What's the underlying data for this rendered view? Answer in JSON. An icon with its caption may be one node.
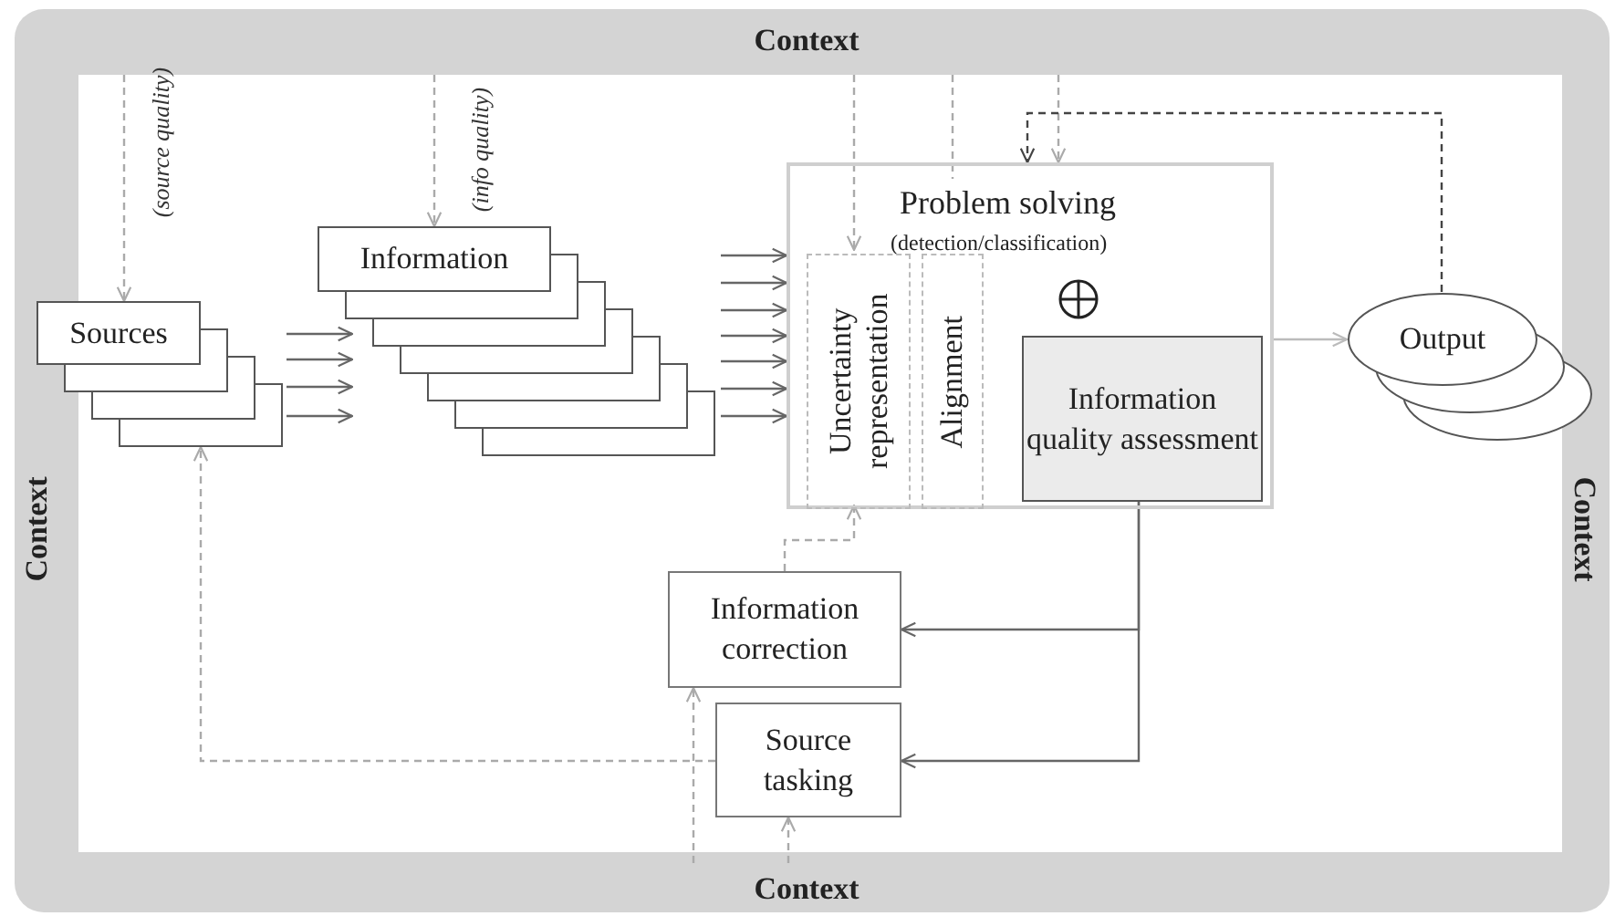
{
  "diagram": {
    "nodes": [
      {
        "text": [
          "Context",
          "Context",
          "Context",
          "Context"
        ]
      },
      {
        "text": [
          "Sources"
        ],
        "in": 0
      },
      {
        "text": [
          "Information"
        ],
        "in": 0
      },
      {
        "text": [
          "Problem solving",
          "(detection/classification)"
        ],
        "in": 0
      },
      {
        "text": [
          "Uncertainty representation"
        ],
        "in": 3
      },
      {
        "text": [
          "Alignment"
        ],
        "in": 3
      },
      {
        "text": [
          "Information quality assessment"
        ],
        "in": 3
      },
      {
        "text": [
          "Output"
        ],
        "in": 0
      },
      {
        "text": [
          "Information correction"
        ],
        "in": 0
      },
      {
        "text": [
          "Source tasking"
        ],
        "in": 0
      }
    ],
    "edges": [
      {
        "from": 0,
        "to": 1,
        "arrow": "to",
        "label": "(source quality)",
        "style": "dashed",
        "color": "#aaaaaa"
      },
      {
        "from": 0,
        "to": 2,
        "arrow": "to",
        "label": "(info quality)",
        "style": "dashed",
        "color": "#aaaaaa"
      },
      {
        "from": 1,
        "to": 2,
        "arrow": "to"
      },
      {
        "from": 1,
        "to": 2,
        "arrow": "to"
      },
      {
        "from": 1,
        "to": 2,
        "arrow": "to"
      },
      {
        "from": 1,
        "to": 2,
        "arrow": "to"
      },
      {
        "from": 2,
        "to": 3,
        "arrow": "to"
      },
      {
        "from": 2,
        "to": 3,
        "arrow": "to"
      },
      {
        "from": 2,
        "to": 3,
        "arrow": "to"
      },
      {
        "from": 2,
        "to": 3,
        "arrow": "to"
      },
      {
        "from": 2,
        "to": 3,
        "arrow": "to"
      },
      {
        "from": 2,
        "to": 3,
        "arrow": "to"
      },
      {
        "from": 2,
        "to": 3,
        "arrow": "to"
      },
      {
        "from": 0,
        "to": 4,
        "arrow": "to",
        "style": "dashed",
        "color": "#aaaaaa"
      },
      {
        "from": 0,
        "to": 5,
        "arrow": "to",
        "style": "dashed",
        "color": "#aaaaaa"
      },
      {
        "from": 0,
        "to": 3,
        "arrow": "to",
        "style": "dashed",
        "color": "#aaaaaa"
      },
      {
        "from": 7,
        "to": 3,
        "arrow": "to",
        "style": "dashed",
        "color": "#444444"
      },
      {
        "from": 3,
        "to": 7,
        "arrow": "to",
        "color": "#bbbbbb"
      },
      {
        "from": 6,
        "to": 8,
        "arrow": "to"
      },
      {
        "from": 6,
        "to": 9,
        "arrow": "to"
      },
      {
        "from": 8,
        "to": 4,
        "arrow": "to",
        "style": "dashed",
        "color": "#aaaaaa"
      },
      {
        "from": 9,
        "to": 1,
        "arrow": "to",
        "style": "dashed",
        "color": "#aaaaaa"
      },
      {
        "from": 0,
        "to": 8,
        "arrow": "to",
        "style": "dashed",
        "color": "#aaaaaa"
      },
      {
        "from": 0,
        "to": 9,
        "arrow": "to",
        "style": "dashed",
        "color": "#aaaaaa"
      }
    ]
  }
}
